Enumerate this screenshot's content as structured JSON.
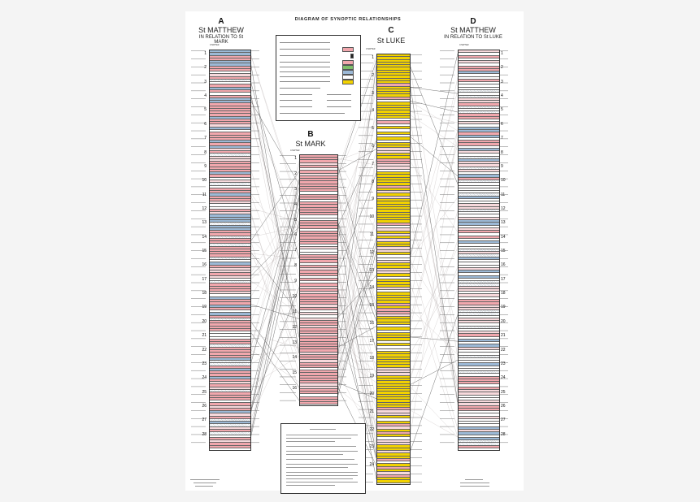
{
  "diagram": {
    "title": "DIAGRAM OF SYNOPTIC RELATIONSHIPS",
    "chapter_header": "CHAPTER",
    "colors": {
      "mark_parallel": "#f1a7ad",
      "luke_parallel": "#f2d200",
      "q_source": "#9cb9d6",
      "peculiar": "#ffffff",
      "other": "#f7d9dc",
      "hatched": "#d8d8d8",
      "link_line": "#9a8f8f",
      "ink": "#222222"
    },
    "columns": [
      {
        "id": "A",
        "letter": "A",
        "name": "St MATTHEW",
        "subtitle": "IN RELATION TO St MARK",
        "chapters": [
          "1",
          "2",
          "3",
          "4",
          "5",
          "6",
          "7",
          "8",
          "9",
          "10",
          "11",
          "12",
          "13",
          "14",
          "15",
          "16",
          "17",
          "18",
          "19",
          "20",
          "21",
          "22",
          "23",
          "24",
          "25",
          "26",
          "27",
          "28"
        ]
      },
      {
        "id": "B",
        "letter": "B",
        "name": "St MARK",
        "subtitle": "",
        "chapters": [
          "1",
          "2",
          "3",
          "4",
          "5",
          "6",
          "7",
          "8",
          "9",
          "10",
          "11",
          "12",
          "13",
          "14",
          "15",
          "16"
        ]
      },
      {
        "id": "C",
        "letter": "C",
        "name": "St LUKE",
        "subtitle": "",
        "chapters": [
          "1",
          "2",
          "3",
          "4",
          "5",
          "6",
          "7",
          "8",
          "9",
          "10",
          "11",
          "12",
          "13",
          "14",
          "15",
          "16",
          "17",
          "18",
          "19",
          "20",
          "21",
          "22",
          "23",
          "24"
        ]
      },
      {
        "id": "D",
        "letter": "D",
        "name": "St MATTHEW",
        "subtitle": "IN RELATION TO St LUKE",
        "chapters": [
          "1",
          "2",
          "3",
          "4",
          "5",
          "6",
          "7",
          "8",
          "9",
          "10",
          "11",
          "12",
          "13",
          "14",
          "15",
          "16",
          "17",
          "18",
          "19",
          "20",
          "21",
          "22",
          "23",
          "24",
          "25",
          "26",
          "27",
          "28"
        ]
      }
    ]
  }
}
